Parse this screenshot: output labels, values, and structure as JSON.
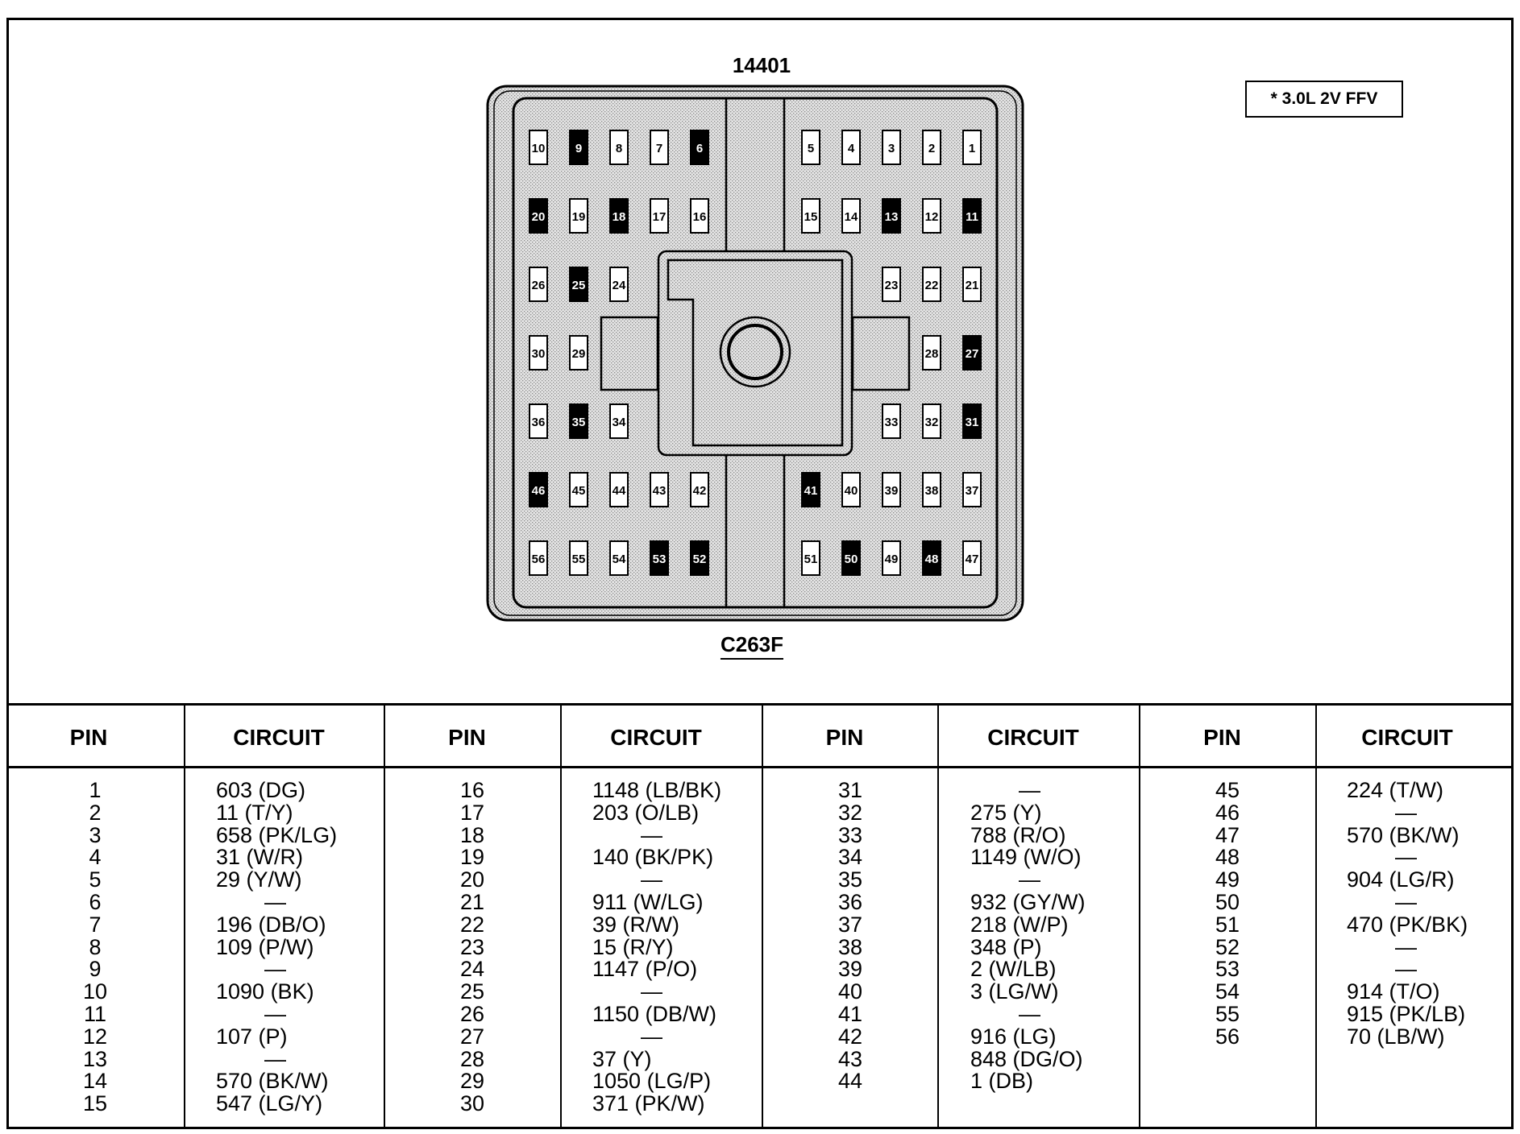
{
  "diagram": {
    "part_number": "14401",
    "connector_id": "C263F",
    "legend": "*  3.0L 2V FFV"
  },
  "table": {
    "pin_header": "PIN",
    "circuit_header": "CIRCUIT",
    "columns": [
      {
        "pins": [
          "1",
          "2",
          "3",
          "4",
          "5",
          "6",
          "7",
          "8",
          "9",
          "10",
          "11",
          "12",
          "13",
          "14",
          "15"
        ],
        "circuits": [
          "603 (DG)",
          "11 (T/Y)",
          "658 (PK/LG)",
          "31 (W/R)",
          "29 (Y/W)",
          "—",
          "196 (DB/O)",
          "109 (P/W)",
          "—",
          "1090 (BK)",
          "—",
          "107 (P)",
          "—",
          "570 (BK/W)",
          "547 (LG/Y)"
        ]
      },
      {
        "pins": [
          "16",
          "17",
          "18",
          "19",
          "20",
          "21",
          "22",
          "23",
          "24",
          "25",
          "26",
          "27",
          "28",
          "29",
          "30"
        ],
        "circuits": [
          "1148 (LB/BK)",
          "203 (O/LB)",
          "—",
          "140 (BK/PK)",
          "—",
          "911 (W/LG)",
          "39 (R/W)",
          "15 (R/Y)",
          "1147 (P/O)",
          "—",
          "1150 (DB/W)",
          "—",
          "37 (Y)",
          "1050 (LG/P)",
          "371 (PK/W)"
        ]
      },
      {
        "pins": [
          "31",
          "32",
          "33",
          "34",
          "35",
          "36",
          "37",
          "38",
          "39",
          "40",
          "41",
          "42",
          "43",
          "44"
        ],
        "circuits": [
          "—",
          "275 (Y)",
          "788 (R/O)",
          "1149 (W/O)",
          "—",
          "932 (GY/W)",
          "218 (W/P)",
          "348 (P)",
          "2 (W/LB)",
          "3 (LG/W)",
          "—",
          "916 (LG)",
          "848 (DG/O)",
          "1 (DB)"
        ]
      },
      {
        "pins": [
          "45",
          "46",
          "47",
          "48",
          "49",
          "50",
          "51",
          "52",
          "53",
          "54",
          "55",
          "56"
        ],
        "circuits": [
          "224 (T/W)",
          "—",
          "570 (BK/W)",
          "—",
          "904 (LG/R)",
          "—",
          "470 (PK/BK)",
          "—",
          "—",
          "914 (T/O)",
          "915 (PK/LB)",
          "70 (LB/W)"
        ]
      }
    ]
  },
  "connector_pins": {
    "rows": [
      [
        "10",
        "9",
        "8",
        "7",
        "6",
        "5",
        "4",
        "3",
        "2",
        "1"
      ],
      [
        "20",
        "19",
        "18",
        "17",
        "16",
        "15",
        "14",
        "13",
        "12",
        "11"
      ],
      [
        "26",
        "25",
        "24",
        "",
        "",
        "",
        "",
        "23",
        "22",
        "21"
      ],
      [
        "30",
        "29",
        "",
        "",
        "",
        "",
        "",
        "",
        "28",
        "27"
      ],
      [
        "36",
        "35",
        "34",
        "",
        "",
        "",
        "",
        "33",
        "32",
        "31"
      ],
      [
        "46",
        "45",
        "44",
        "43",
        "42",
        "41",
        "40",
        "39",
        "38",
        "37"
      ],
      [
        "56",
        "55",
        "54",
        "53",
        "52",
        "51",
        "50",
        "49",
        "48",
        "47"
      ]
    ],
    "dark_pins": [
      "6",
      "9",
      "11",
      "13",
      "18",
      "20",
      "25",
      "27",
      "31",
      "35",
      "41",
      "46",
      "48",
      "50",
      "52",
      "53"
    ]
  }
}
